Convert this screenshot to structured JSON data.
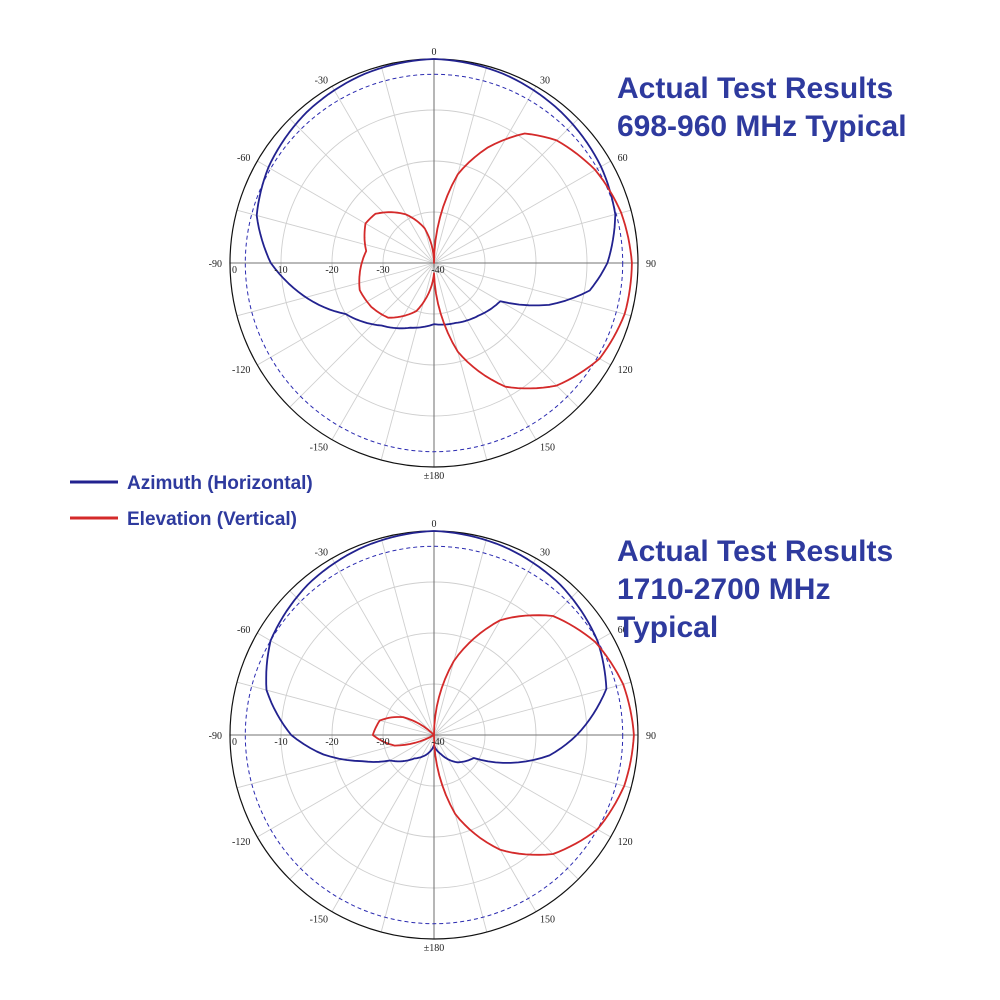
{
  "legend": {
    "azimuth_label": "Azimuth (Horizontal)",
    "elevation_label": "Elevation (Vertical)"
  },
  "colors": {
    "azimuth": "#22228f",
    "elevation": "#d42a2a",
    "title": "#2e3a9e"
  },
  "chart_data": [
    {
      "type": "polar",
      "title_lines": [
        "Actual Test Results",
        "698-960 MHz Typical"
      ],
      "angle_labels": [
        {
          "angle": 0,
          "text": "0"
        },
        {
          "angle": 30,
          "text": "30"
        },
        {
          "angle": 60,
          "text": "60"
        },
        {
          "angle": 90,
          "text": "90"
        },
        {
          "angle": 120,
          "text": "120"
        },
        {
          "angle": 150,
          "text": "150"
        },
        {
          "angle": 180,
          "text": "±180"
        },
        {
          "angle": -150,
          "text": "-150"
        },
        {
          "angle": -120,
          "text": "-120"
        },
        {
          "angle": -90,
          "text": "-90"
        },
        {
          "angle": -60,
          "text": "-60"
        },
        {
          "angle": -30,
          "text": "-30"
        }
      ],
      "ring_labels": [
        "0",
        "-10",
        "-20",
        "-30",
        "-40"
      ],
      "r_range_db": [
        -40,
        0
      ],
      "reference_ring_db": -3,
      "series": [
        {
          "key": "azimuth",
          "points": [
            [
              0,
              0
            ],
            [
              20,
              -0.5
            ],
            [
              40,
              -1.3
            ],
            [
              60,
              -2.2
            ],
            [
              75,
              -3.2
            ],
            [
              90,
              -6
            ],
            [
              100,
              -9
            ],
            [
              110,
              -16
            ],
            [
              120,
              -25
            ],
            [
              140,
              -26.5
            ],
            [
              160,
              -27.5
            ],
            [
              180,
              -28
            ],
            [
              200,
              -26.5
            ],
            [
              220,
              -24
            ],
            [
              240,
              -20
            ],
            [
              260,
              -12
            ],
            [
              270,
              -8
            ],
            [
              285,
              -4
            ],
            [
              300,
              -2.5
            ],
            [
              320,
              -1.3
            ],
            [
              340,
              -0.5
            ],
            [
              360,
              0
            ]
          ]
        },
        {
          "key": "elevation",
          "points": [
            [
              0,
              -40
            ],
            [
              15,
              -22
            ],
            [
              25,
              -15
            ],
            [
              35,
              -9
            ],
            [
              45,
              -6
            ],
            [
              60,
              -3.5
            ],
            [
              75,
              -2
            ],
            [
              90,
              -1.2
            ],
            [
              105,
              -1.3
            ],
            [
              120,
              -2.5
            ],
            [
              135,
              -6
            ],
            [
              150,
              -12
            ],
            [
              165,
              -22
            ],
            [
              180,
              -38
            ],
            [
              190,
              -34
            ],
            [
              200,
              -30
            ],
            [
              210,
              -28
            ],
            [
              220,
              -26
            ],
            [
              235,
              -25
            ],
            [
              250,
              -24.5
            ],
            [
              265,
              -25.5
            ],
            [
              280,
              -26.5
            ],
            [
              290,
              -25.5
            ],
            [
              300,
              -24.5
            ],
            [
              310,
              -25
            ],
            [
              320,
              -27
            ],
            [
              330,
              -29
            ],
            [
              345,
              -33
            ],
            [
              360,
              -40
            ]
          ]
        }
      ]
    },
    {
      "type": "polar",
      "title_lines": [
        "Actual Test Results",
        "1710-2700 MHz",
        "Typical"
      ],
      "angle_labels": [
        {
          "angle": 0,
          "text": "0"
        },
        {
          "angle": 30,
          "text": "30"
        },
        {
          "angle": 60,
          "text": "60"
        },
        {
          "angle": 90,
          "text": "90"
        },
        {
          "angle": 120,
          "text": "120"
        },
        {
          "angle": 150,
          "text": "150"
        },
        {
          "angle": 180,
          "text": "±180"
        },
        {
          "angle": -150,
          "text": "-150"
        },
        {
          "angle": -120,
          "text": "-120"
        },
        {
          "angle": -90,
          "text": "-90"
        },
        {
          "angle": -60,
          "text": "-60"
        },
        {
          "angle": -30,
          "text": "-30"
        }
      ],
      "ring_labels": [
        "0",
        "-10",
        "-20",
        "-30",
        "-40"
      ],
      "r_range_db": [
        -40,
        0
      ],
      "reference_ring_db": -3,
      "series": [
        {
          "key": "azimuth",
          "points": [
            [
              0,
              0
            ],
            [
              20,
              -0.6
            ],
            [
              40,
              -1.5
            ],
            [
              60,
              -3
            ],
            [
              75,
              -5
            ],
            [
              90,
              -12
            ],
            [
              100,
              -17
            ],
            [
              110,
              -24
            ],
            [
              120,
              -31
            ],
            [
              140,
              -33
            ],
            [
              160,
              -36
            ],
            [
              180,
              -38
            ],
            [
              200,
              -36
            ],
            [
              220,
              -34
            ],
            [
              240,
              -30
            ],
            [
              250,
              -25
            ],
            [
              260,
              -18
            ],
            [
              270,
              -12
            ],
            [
              285,
              -6
            ],
            [
              300,
              -3
            ],
            [
              320,
              -1.5
            ],
            [
              340,
              -0.6
            ],
            [
              360,
              0
            ]
          ]
        },
        {
          "key": "elevation",
          "points": [
            [
              0,
              -40
            ],
            [
              15,
              -25
            ],
            [
              30,
              -14
            ],
            [
              45,
              -7
            ],
            [
              60,
              -3.5
            ],
            [
              75,
              -1.6
            ],
            [
              90,
              -0.8
            ],
            [
              105,
              -1.4
            ],
            [
              120,
              -3
            ],
            [
              135,
              -7
            ],
            [
              150,
              -14
            ],
            [
              165,
              -24
            ],
            [
              180,
              -40
            ],
            [
              240,
              -40
            ],
            [
              255,
              -32
            ],
            [
              270,
              -28
            ],
            [
              285,
              -29
            ],
            [
              300,
              -33
            ],
            [
              315,
              -40
            ],
            [
              360,
              -40
            ]
          ]
        }
      ]
    }
  ]
}
